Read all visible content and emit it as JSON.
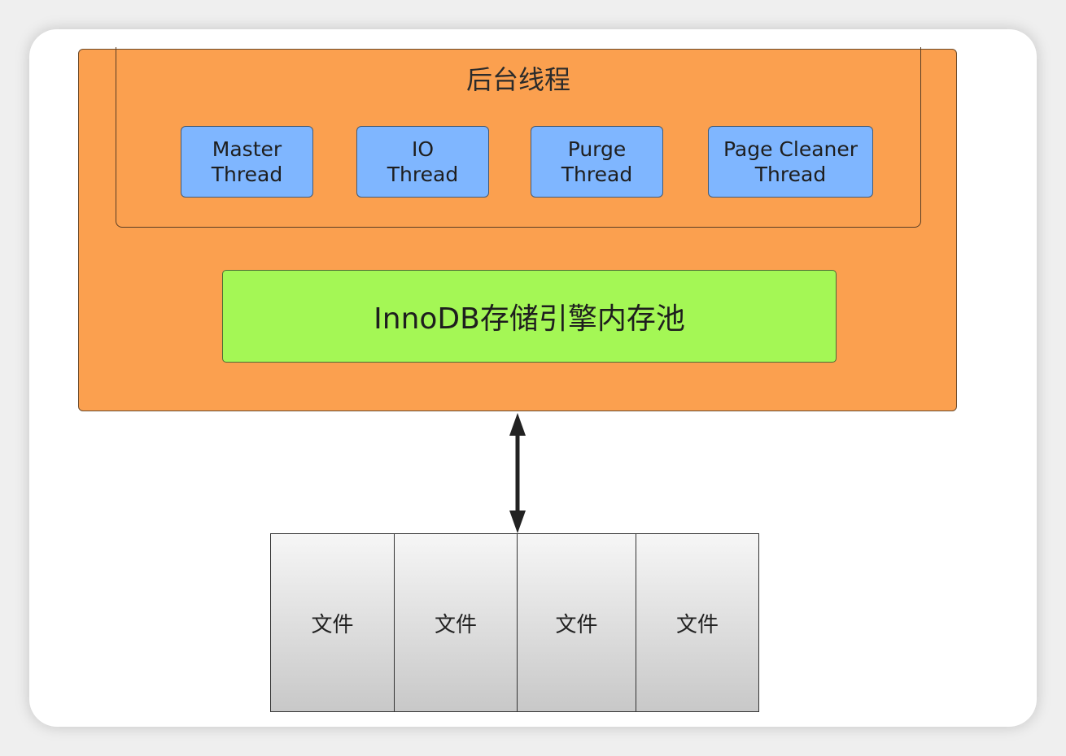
{
  "background_threads": {
    "title": "后台线程",
    "threads": [
      {
        "line1": "Master",
        "line2": "Thread"
      },
      {
        "line1": "IO",
        "line2": "Thread"
      },
      {
        "line1": "Purge",
        "line2": "Thread"
      },
      {
        "line1": "Page Cleaner",
        "line2": "Thread"
      }
    ]
  },
  "buffer_pool": {
    "label": "InnoDB存储引擎内存池"
  },
  "files": [
    "文件",
    "文件",
    "文件",
    "文件"
  ],
  "colors": {
    "engine": "#fba04f",
    "thread": "#7fb6ff",
    "pool": "#a4f755"
  }
}
